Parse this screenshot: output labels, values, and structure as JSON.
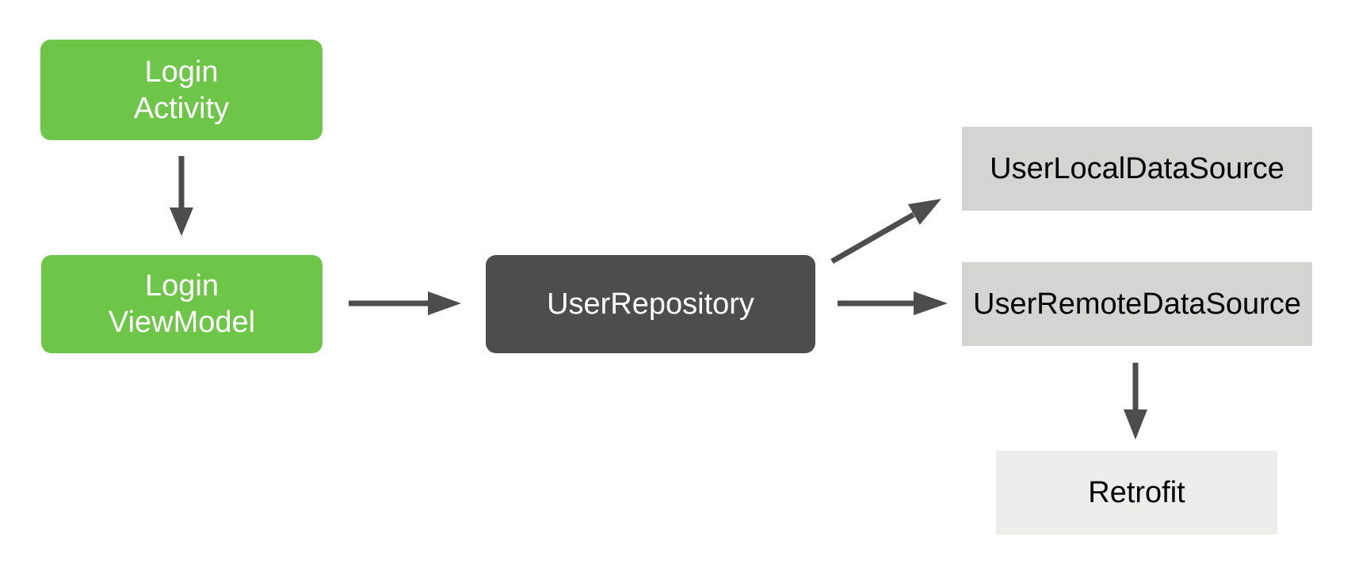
{
  "diagram": {
    "background_color": "#FFFFFF",
    "arrow_color": "#4D4D4D",
    "nodes": {
      "login_activity": {
        "label": "Login\nActivity",
        "bg_color": "#6EC649",
        "text_color": "#FFFFFF"
      },
      "login_viewmodel": {
        "label": "Login\nViewModel",
        "bg_color": "#6EC649",
        "text_color": "#FFFFFF"
      },
      "user_repository": {
        "label": "UserRepository",
        "bg_color": "#4D4D4D",
        "text_color": "#FFFFFF"
      },
      "user_local_data_source": {
        "label": "UserLocalDataSource",
        "bg_color": "#D4D4D2",
        "text_color": "#000000"
      },
      "user_remote_data_source": {
        "label": "UserRemoteDataSource",
        "bg_color": "#D4D4D2",
        "text_color": "#000000"
      },
      "retrofit": {
        "label": "Retrofit",
        "bg_color": "#EDEDEB",
        "text_color": "#000000"
      }
    },
    "edges": [
      {
        "from": "login_activity",
        "to": "login_viewmodel"
      },
      {
        "from": "login_viewmodel",
        "to": "user_repository"
      },
      {
        "from": "user_repository",
        "to": "user_local_data_source"
      },
      {
        "from": "user_repository",
        "to": "user_remote_data_source"
      },
      {
        "from": "user_remote_data_source",
        "to": "retrofit"
      }
    ]
  }
}
